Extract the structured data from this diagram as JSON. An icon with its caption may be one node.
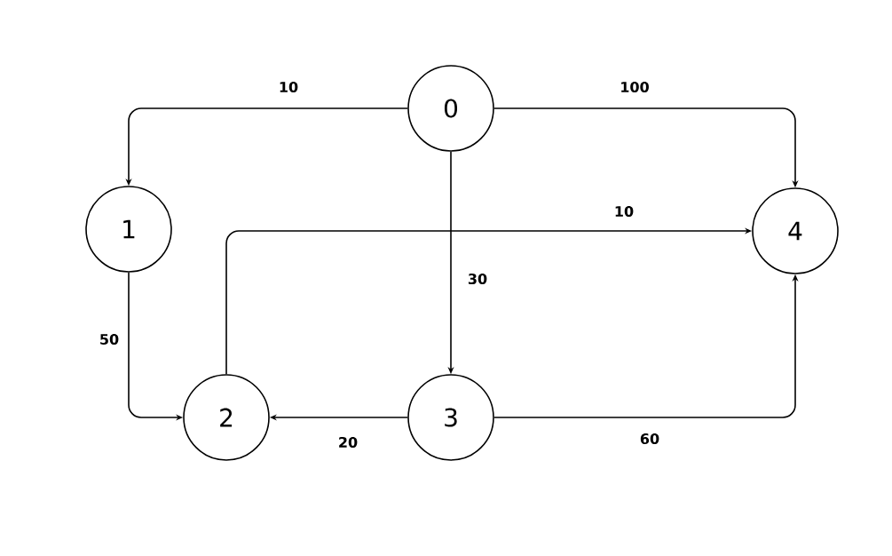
{
  "diagram": {
    "nodes": [
      {
        "text": [
          "0"
        ]
      },
      {
        "text": [
          "1"
        ]
      },
      {
        "text": [
          "2"
        ]
      },
      {
        "text": [
          "3"
        ]
      },
      {
        "text": [
          "4"
        ]
      }
    ],
    "edges": [
      {
        "from": 0,
        "to": 1,
        "arrow": "to",
        "label": "10"
      },
      {
        "from": 0,
        "to": 4,
        "arrow": "to",
        "label": "100"
      },
      {
        "from": 0,
        "to": 3,
        "arrow": "to",
        "label": "30"
      },
      {
        "from": 1,
        "to": 2,
        "arrow": "to",
        "label": "50"
      },
      {
        "from": 2,
        "to": 4,
        "arrow": "to",
        "label": "10"
      },
      {
        "from": 3,
        "to": 2,
        "arrow": "to",
        "label": "20"
      },
      {
        "from": 3,
        "to": 4,
        "arrow": "to",
        "label": "60"
      }
    ]
  }
}
